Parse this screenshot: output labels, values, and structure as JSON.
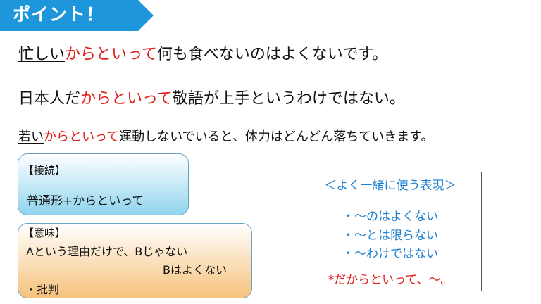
{
  "banner": {
    "label": "ポイント！",
    "color": "#1e96dc"
  },
  "examples": [
    {
      "prefix": "忙しい",
      "highlight": "からといって",
      "suffix": "何も食べないのはよくないです。"
    },
    {
      "prefix": "日本人だ",
      "highlight": "からといって",
      "suffix": "敬語が上手というわけではない。"
    },
    {
      "prefix": "若い",
      "highlight": "からといって",
      "suffix": "運動しないでいると、体力はどんどん落ちていきます。"
    }
  ],
  "connection": {
    "title": "【接続】",
    "body": "普通形+からといって"
  },
  "meaning": {
    "title": "【意味】",
    "line1": "Aという理由だけで、Bじゃない",
    "line2": "Bはよくない",
    "line3": "・批判"
  },
  "usage": {
    "title": "＜よく一緒に使う表現＞",
    "items": [
      "・～のはよくない",
      "・～とは限らない",
      "・～わけではない"
    ],
    "note": "*だからといって、～。"
  },
  "colors": {
    "highlight": "#e0201b",
    "usage_text": "#1e7fd0"
  }
}
